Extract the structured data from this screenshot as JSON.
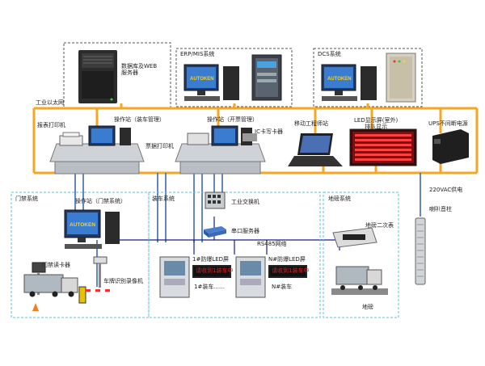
{
  "labels": {
    "server": "数据库及WEB\n服务器",
    "erp": "ERP/MIS系统",
    "dcs": "DCS系统",
    "industrial_ethernet": "工业以太网",
    "print_station": "报表打印机",
    "op_station_loading": "操作站（装车管理）",
    "op_station_ticket": "操作站（开票管理）",
    "ic_reader": "IC卡写卡器",
    "ticket_printer": "票据打印机",
    "mobile_station": "移动工程师站",
    "led_display": "LED显示屏(室外)\n排队显示",
    "ups": "UPS不间断电源",
    "power_220": "220VAC供电",
    "gate_system": "门禁系统",
    "op_station_gate": "操作站（门禁系统）",
    "loading_system": "装车系统",
    "industrial_switch": "工业交换机",
    "serial_server": "串口服务器",
    "weighbridge_system": "地磅系统",
    "weighbridge_secondary": "地磅二次表",
    "horn": "喇叭音柱",
    "rs485": "RS485网络",
    "gate_reader": "门禁读卡器",
    "plate_camera": "车牌识别录像机",
    "ex_led_1": "1#防爆LED屏",
    "ex_led_n": "N#防爆LED屏",
    "loader_1": "1#装车",
    "ellipsis": "……",
    "loader_n": "N#装车",
    "weighbridge": "地磅",
    "led_screen_text": "请收到1装车中"
  },
  "colors": {
    "ethernet": "#f5a623",
    "field_bus": "#2f5fa8",
    "rs485": "#1a1a8c",
    "dashed_box": "#555555",
    "zone_box": "#5bc0de",
    "led_red": "#e02020"
  }
}
